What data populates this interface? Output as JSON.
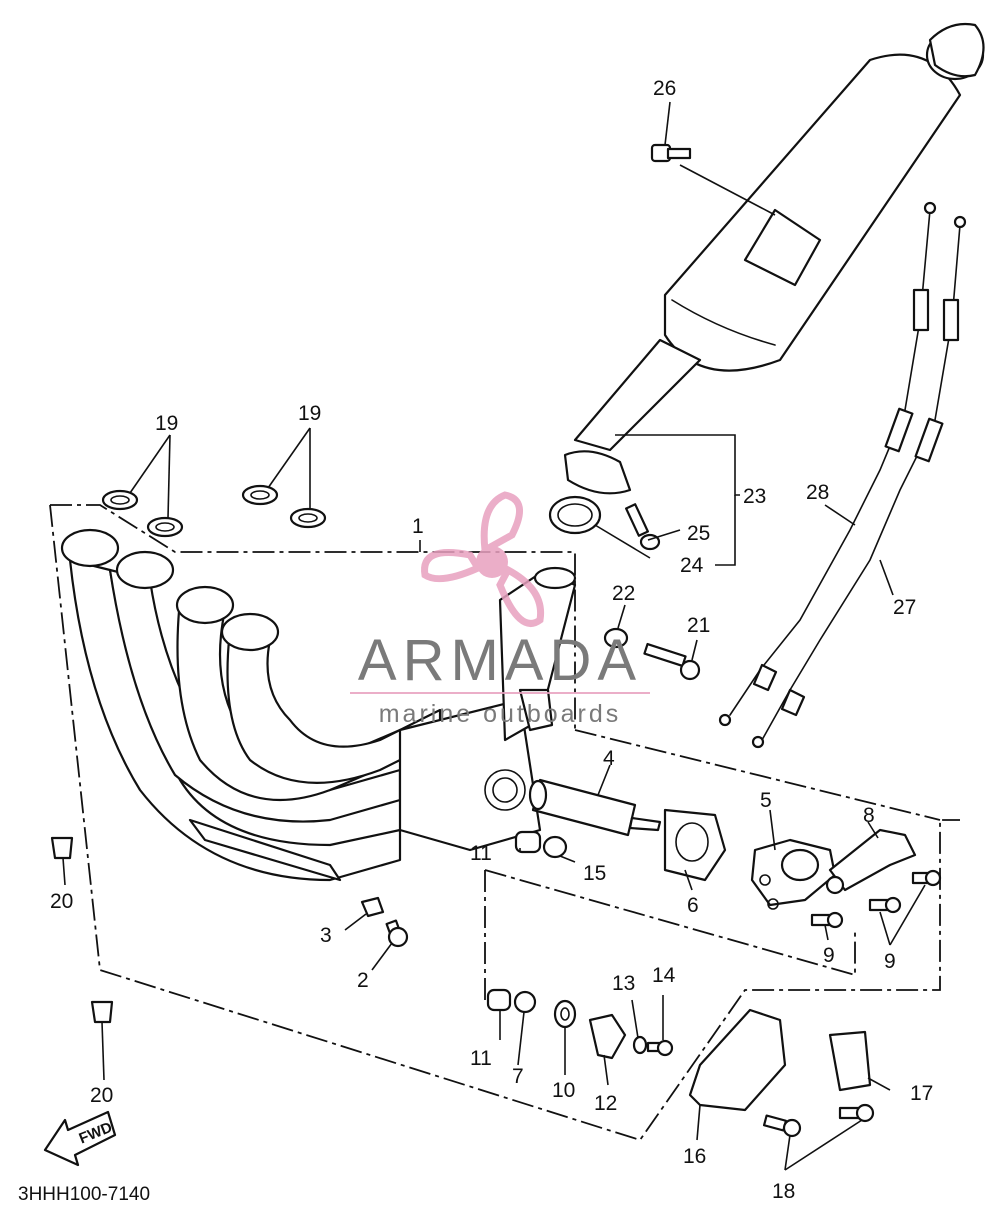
{
  "diagram_code": "3HHH100-7140",
  "fwd_label": "FWD",
  "watermark": {
    "title": "ARMADA",
    "subtitle": "marine outboards",
    "accent_color": "#e8a0bf"
  },
  "callouts": {
    "p1": "1",
    "p2": "2",
    "p3": "3",
    "p4": "4",
    "p5": "5",
    "p6": "6",
    "p7": "7",
    "p8": "8",
    "p9a": "9",
    "p9b": "9",
    "p10": "10",
    "p11a": "11",
    "p11b": "11",
    "p12": "12",
    "p13": "13",
    "p14": "14",
    "p15": "15",
    "p16": "16",
    "p17": "17",
    "p18": "18",
    "p19a": "19",
    "p19b": "19",
    "p20a": "20",
    "p20b": "20",
    "p21": "21",
    "p22": "22",
    "p23": "23",
    "p24": "24",
    "p25": "25",
    "p26": "26",
    "p27": "27",
    "p28": "28"
  }
}
